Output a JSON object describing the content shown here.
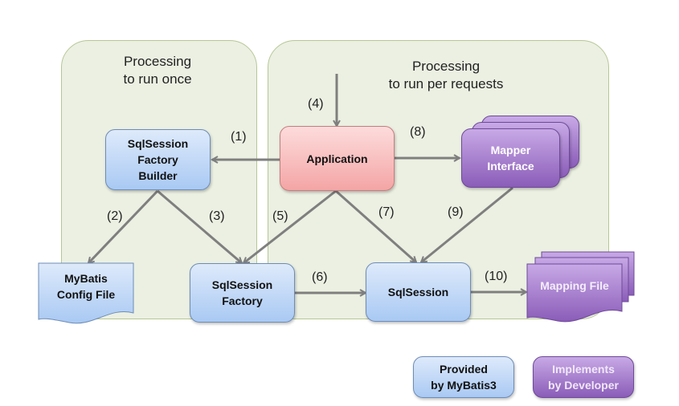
{
  "regions": {
    "once": {
      "title_line1": "Processing",
      "title_line2": "to run once"
    },
    "per_request": {
      "title_line1": "Processing",
      "title_line2": "to run per requests"
    }
  },
  "nodes": {
    "factory_builder": {
      "line1": "SqlSession",
      "line2": "Factory",
      "line3": "Builder",
      "provider": "MyBatis3"
    },
    "application": {
      "label": "Application"
    },
    "mapper_interface": {
      "line1": "Mapper",
      "line2": "Interface",
      "provider": "Developer"
    },
    "config_file": {
      "line1": "MyBatis",
      "line2": "Config File",
      "provider": "MyBatis3"
    },
    "session_factory": {
      "line1": "SqlSession",
      "line2": "Factory",
      "provider": "MyBatis3"
    },
    "session": {
      "label": "SqlSession",
      "provider": "MyBatis3"
    },
    "mapping_file": {
      "label": "Mapping File",
      "provider": "Developer"
    }
  },
  "edges": [
    {
      "step": "(1)",
      "from": "application",
      "to": "factory_builder"
    },
    {
      "step": "(2)",
      "from": "factory_builder",
      "to": "config_file"
    },
    {
      "step": "(3)",
      "from": "factory_builder",
      "to": "session_factory"
    },
    {
      "step": "(4)",
      "from": "external",
      "to": "application"
    },
    {
      "step": "(5)",
      "from": "application",
      "to": "session_factory"
    },
    {
      "step": "(6)",
      "from": "session_factory",
      "to": "session"
    },
    {
      "step": "(7)",
      "from": "application",
      "to": "session"
    },
    {
      "step": "(8)",
      "from": "application",
      "to": "mapper_interface"
    },
    {
      "step": "(9)",
      "from": "mapper_interface",
      "to": "session"
    },
    {
      "step": "(10)",
      "from": "session",
      "to": "mapping_file"
    }
  ],
  "legend": {
    "provided": {
      "line1": "Provided",
      "line2": "by MyBatis3"
    },
    "implements": {
      "line1": "Implements",
      "line2": "by Developer"
    }
  },
  "colors": {
    "region_fill": "#ebf0e2",
    "mybatis_blue": "#a9c9f3",
    "application_pink": "#f4a5a5",
    "developer_purple": "#8a5cb8",
    "arrow_gray": "#7f7f7f"
  }
}
